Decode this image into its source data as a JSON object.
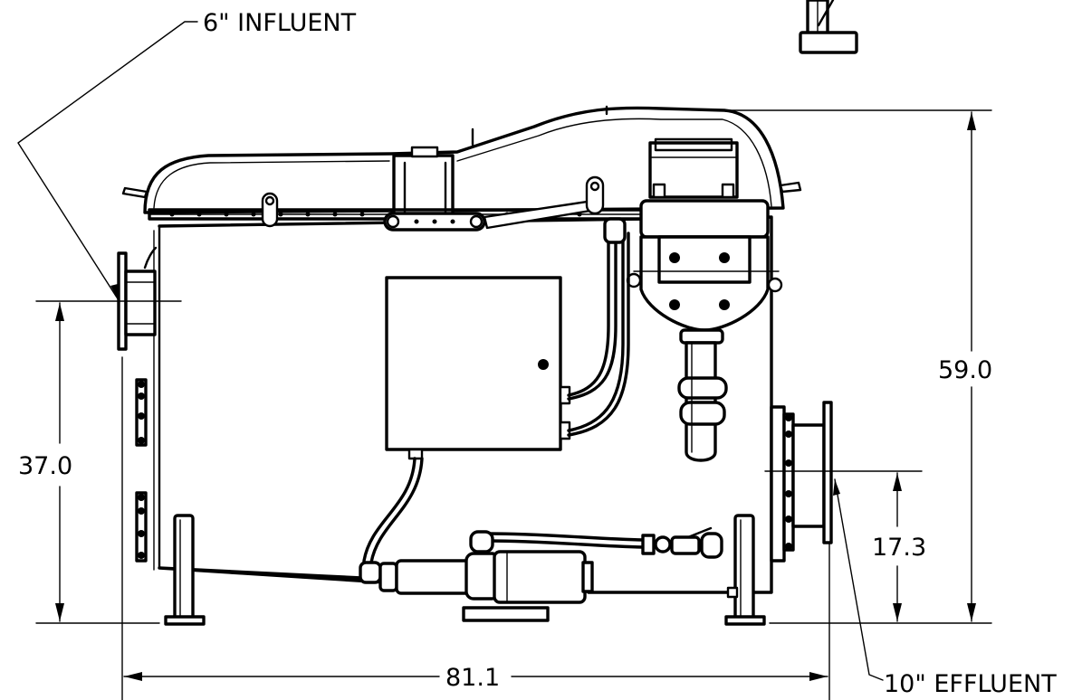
{
  "drawing": {
    "callouts": {
      "influent": "6\" INFLUENT",
      "effluent": "10\" EFFLUENT"
    },
    "dimensions": {
      "overall_height": "59.0",
      "influent_height": "37.0",
      "effluent_height": "17.3",
      "overall_length": "81.1"
    }
  }
}
